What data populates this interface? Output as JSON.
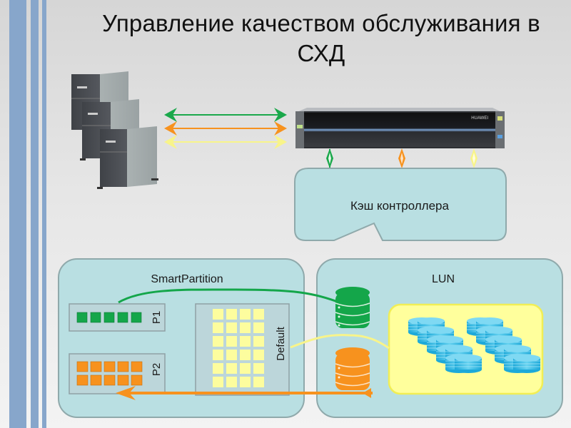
{
  "slide": {
    "title_line1": "Управление качеством обслуживания в",
    "title_line2": "СХД"
  },
  "storage": {
    "brand": "HUAWEI"
  },
  "cache": {
    "label": "Кэш контроллера",
    "fill": "#b9dfe2"
  },
  "smartpartition": {
    "label": "SmartPartition",
    "partitions": [
      {
        "label": "P1",
        "color": "#14a64a",
        "blocks": 5
      },
      {
        "label": "P2",
        "color": "#f7921e",
        "blocks": 10
      }
    ],
    "default": {
      "label": "Default",
      "color": "#fdfd9e",
      "blocks": 24
    }
  },
  "lun": {
    "label": "LUN",
    "databases": [
      {
        "name": "green-db",
        "color": "#14a64a"
      },
      {
        "name": "orange-db",
        "color": "#f7921e"
      }
    ],
    "disk_pool_color": "#ffff9c",
    "disk_stacks_per_row": 5,
    "disk_rows": 2
  },
  "links": [
    {
      "name": "green",
      "color": "#1aa84b"
    },
    {
      "name": "orange",
      "color": "#f7921e"
    },
    {
      "name": "yellow",
      "color": "#f8f48a"
    }
  ],
  "colors": {
    "stripe": "#87a6cb",
    "panel_fill": "#b9dfe2",
    "panel_stroke": "#8fa9ab"
  }
}
